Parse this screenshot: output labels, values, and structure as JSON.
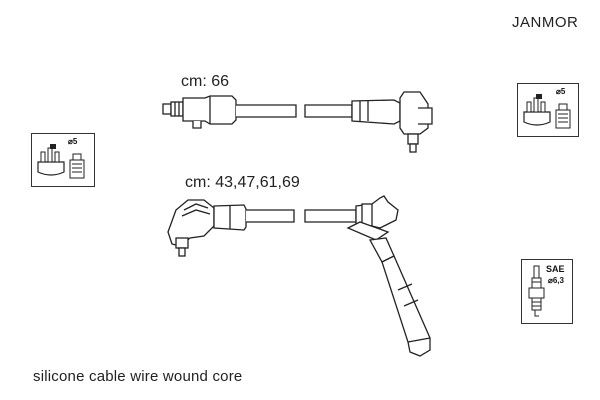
{
  "brand": "JANMOR",
  "wire_short": {
    "length_label": "cm: 66"
  },
  "wire_long": {
    "length_label": "cm: 43,47,61,69"
  },
  "footer": "silicone cable wire wound core",
  "distributor_left": {
    "diameter_label": "⌀5"
  },
  "distributor_right": {
    "diameter_label": "⌀5"
  },
  "spark_plug": {
    "standard_label": "SAE",
    "diameter_label": "⌀6,3"
  },
  "colors": {
    "ink": "#222222",
    "fill": "#ffffff"
  }
}
